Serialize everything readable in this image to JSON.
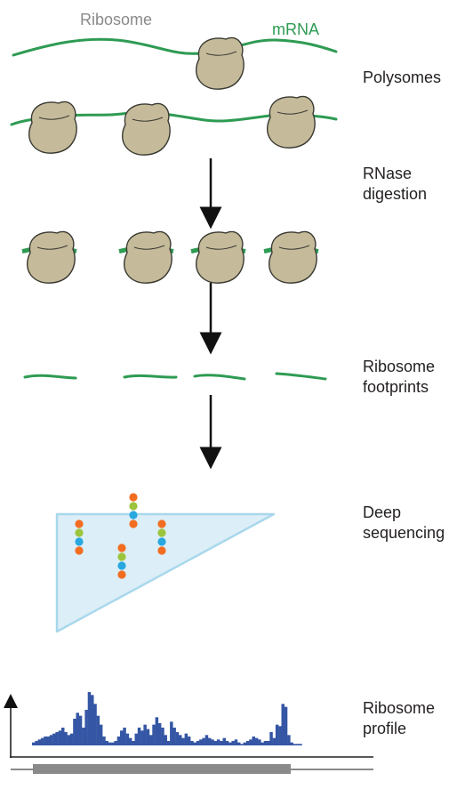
{
  "labels": {
    "ribosome": "Ribosome",
    "mrna": "mRNA",
    "polysomes": "Polysomes",
    "rnase_line1": "RNase",
    "rnase_line2": "digestion",
    "footprints_line1": "Ribosome",
    "footprints_line2": "footprints",
    "deep_line1": "Deep",
    "deep_line2": "sequencing",
    "profile_line1": "Ribosome",
    "profile_line2": "profile"
  },
  "colors": {
    "ribosome_fill": "#c5bb9a",
    "ribosome_stroke": "#3a3a33",
    "mrna": "#2e9b53",
    "ribosome_label": "#8a8a8a",
    "arrow": "#111111",
    "gel_fill": "#dceef7",
    "gel_stroke": "#a9d8ec",
    "dot_orange": "#f26d21",
    "dot_green": "#9cc43c",
    "dot_blue": "#29a8e0",
    "profile_bar": "#3456a4",
    "axis": "#222222",
    "gene_line": "#8a8a8a"
  },
  "ribosome_profile": [
    2,
    3,
    4,
    5,
    6,
    6,
    7,
    8,
    9,
    10,
    12,
    9,
    7,
    8,
    18,
    22,
    20,
    12,
    24,
    36,
    34,
    28,
    20,
    14,
    6,
    3,
    2,
    2,
    3,
    6,
    10,
    12,
    8,
    5,
    3,
    8,
    12,
    10,
    14,
    11,
    7,
    14,
    19,
    15,
    12,
    7,
    3,
    16,
    12,
    9,
    7,
    5,
    8,
    6,
    3,
    2,
    3,
    4,
    5,
    7,
    5,
    4,
    3,
    4,
    3,
    5,
    3,
    2,
    3,
    4,
    2,
    1,
    2,
    3,
    4,
    6,
    5,
    4,
    2,
    3,
    3,
    9,
    5,
    14,
    13,
    28,
    26,
    7,
    2,
    1,
    1,
    1
  ]
}
